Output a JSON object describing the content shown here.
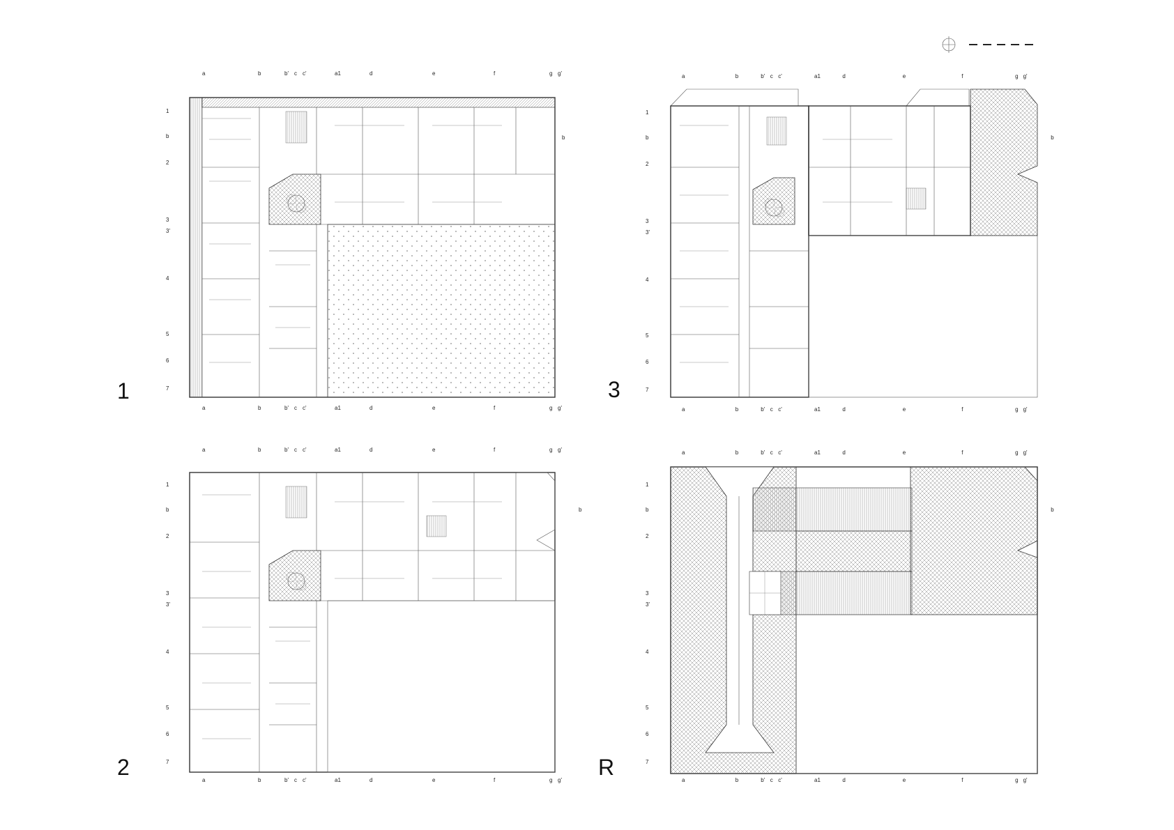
{
  "plans": [
    {
      "id": "plan-1",
      "label": "1"
    },
    {
      "id": "plan-3",
      "label": "3"
    },
    {
      "id": "plan-2",
      "label": "2"
    },
    {
      "id": "plan-r",
      "label": "R"
    }
  ],
  "grid_columns": [
    "a",
    "b",
    "b'",
    "c",
    "c'",
    "d",
    "e",
    "f",
    "g",
    "g'"
  ],
  "grid_rows": [
    "1",
    "b",
    "2",
    "3",
    "3'",
    "4",
    "5",
    "6",
    "7"
  ],
  "section_marks": [
    "a1",
    "b"
  ],
  "north_arrow_icon": "north-arrow-icon",
  "scale_bar_icon": "scale-bar-icon"
}
